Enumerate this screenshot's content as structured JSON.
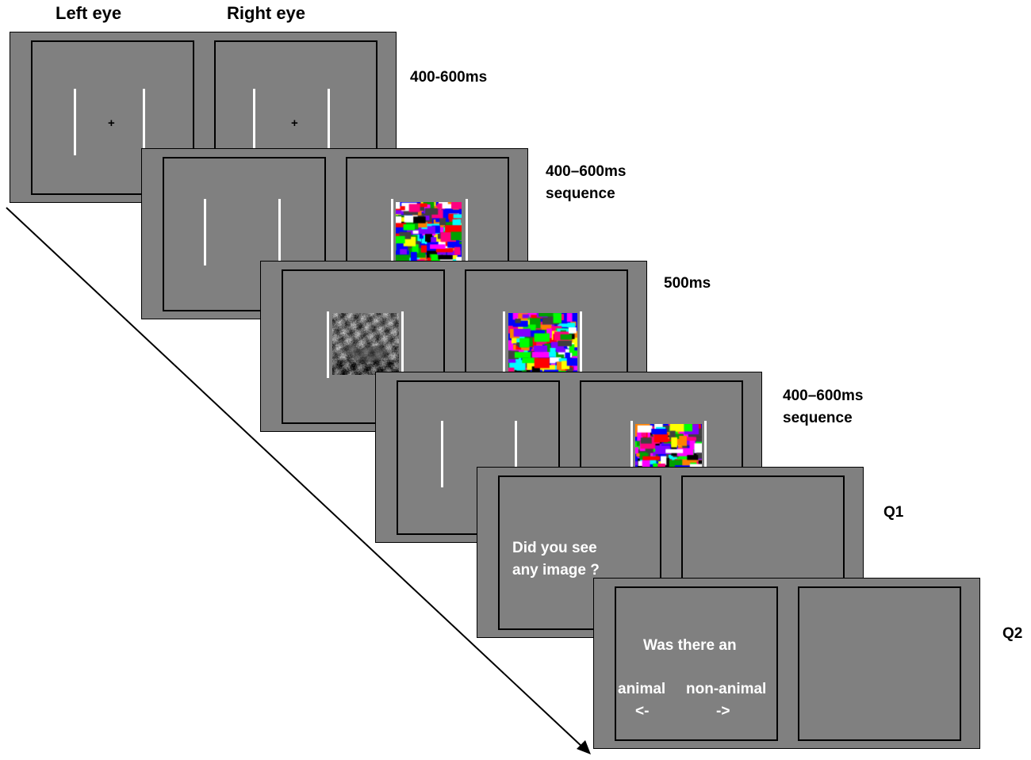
{
  "headers": {
    "left_eye": "Left eye",
    "right_eye": "Right eye"
  },
  "frames": [
    {
      "label": "400-600ms",
      "left": "fixation-with-bars",
      "right": "fixation-with-bars"
    },
    {
      "label_line1": "400–600ms",
      "label_line2": "sequence",
      "left": "bars",
      "right": "mondrian-mask-with-bars"
    },
    {
      "label": "500ms",
      "left": "grayscale-animal-image-with-bars",
      "right": "mondrian-mask-with-bars"
    },
    {
      "label_line1": "400–600ms",
      "label_line2": "sequence",
      "left": "bars",
      "right": "mondrian-mask-with-bars"
    },
    {
      "label": "Q1",
      "left_text_line1": "Did you see",
      "left_text_line2": "any image ?",
      "right": "blank"
    },
    {
      "label": "Q2",
      "question": "Was there an",
      "option_left": "animal",
      "option_left_key": "<-",
      "option_right": "non-animal",
      "option_right_key": "->",
      "right": "blank"
    }
  ],
  "fixation_symbol": "+",
  "colors": {
    "screen_gray": "#808080",
    "bar_white": "#ffffff",
    "text_white": "#ffffff"
  }
}
